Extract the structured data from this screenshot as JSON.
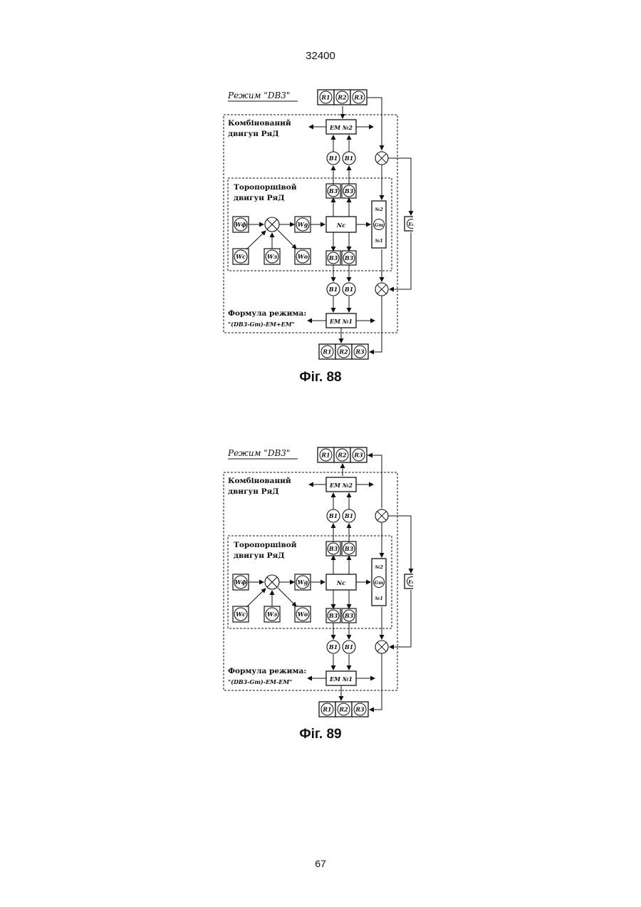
{
  "header": {
    "doc_number": "32400"
  },
  "figures": [
    {
      "mode_title": "Режим \"DB3\"",
      "combined_engine": [
        "Комбінований",
        "двигун РяД"
      ],
      "rotary_engine": [
        "Торопоршівой",
        "двигун РяД"
      ],
      "formula_title": "Формула режима:",
      "formula": "\"(DB3-Gm)-EM+EM\"",
      "em_top": "EM №2",
      "em_bottom": "EM №1",
      "r_labels": [
        "R1",
        "R2",
        "R3"
      ],
      "b1": "B1",
      "b3": "B3",
      "nc": "Nc",
      "w_inputs": [
        "Wф",
        "Wc",
        "Wз",
        "Wо",
        "Wg"
      ],
      "gm_block": [
        "№2",
        "Gm",
        "№1"
      ],
      "ea": "Ea",
      "caption": "Фіг. 88"
    },
    {
      "mode_title": "Режим \"DB3\"",
      "combined_engine": [
        "Комбінований",
        "двигун РяД"
      ],
      "rotary_engine": [
        "Торопоршівой",
        "двигун РяД"
      ],
      "formula_title": "Формула режима:",
      "formula": "\"(DB3-Gm)-EM-EM\"",
      "em_top": "EM №2",
      "em_bottom": "EM №1",
      "r_labels": [
        "R1",
        "R2",
        "R3"
      ],
      "b1": "B1",
      "b3": "B3",
      "nc": "Nc",
      "w_inputs": [
        "Wф",
        "Wc",
        "Wз",
        "Wо",
        "Wg"
      ],
      "gm_block": [
        "№2",
        "Gm",
        "№1"
      ],
      "ea": "Ea",
      "caption": "Фіг. 89"
    }
  ],
  "footer": {
    "page_number": "67"
  }
}
